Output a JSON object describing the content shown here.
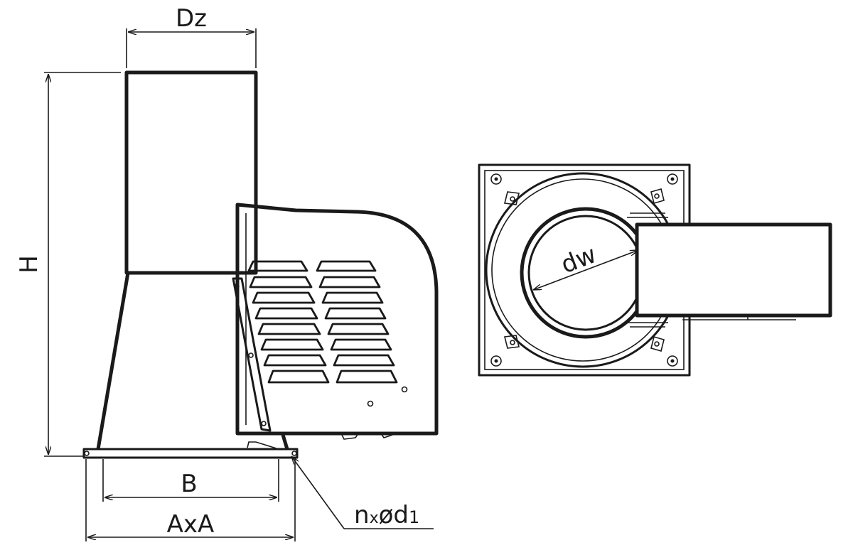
{
  "labels": {
    "dz": "Dz",
    "h": "H",
    "b": "B",
    "axa": "AxA",
    "n_prefix": "n",
    "n_x": "x",
    "n_phi": "ø",
    "n_d": "d",
    "n_sub": "1",
    "dw": "dw"
  },
  "colors": {
    "line": "#1a1a1a",
    "background": "#ffffff"
  }
}
